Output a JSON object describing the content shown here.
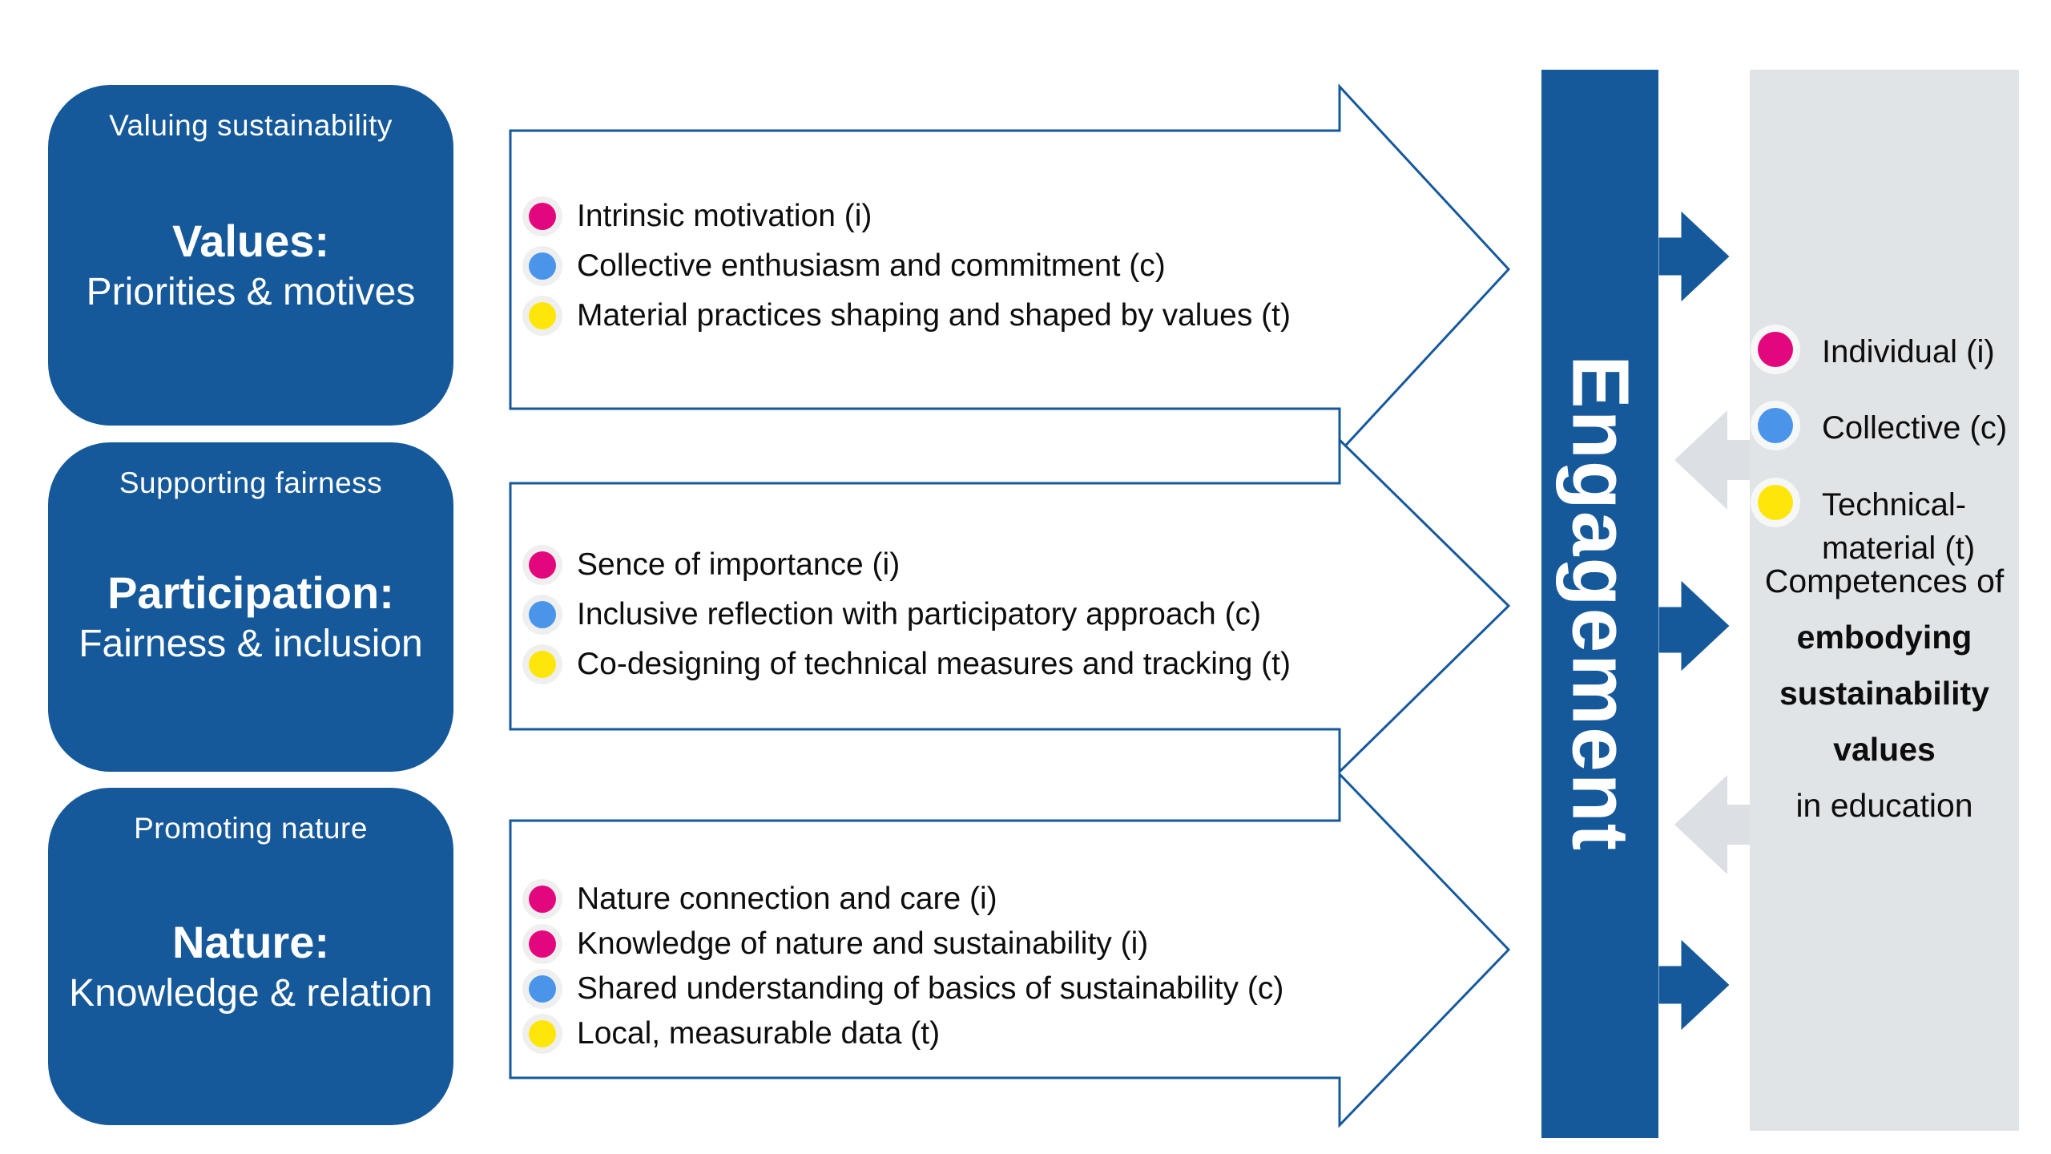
{
  "palette": {
    "primary_blue": "#15599B",
    "dot_pink": "#E3077E",
    "dot_blue": "#4A95EA",
    "dot_yellow": "#FFE60A",
    "panel_gray": "#E0E4E7",
    "arrow_gray": "#DCE0E4"
  },
  "rows": [
    {
      "tag": "Valuing sustainability",
      "heading": "Values:",
      "subheading": "Priorities & motives",
      "items": [
        {
          "kind": "individual",
          "text": "Intrinsic motivation (i)"
        },
        {
          "kind": "collective",
          "text": "Collective enthusiasm and commitment (c)"
        },
        {
          "kind": "technical",
          "text": "Material practices shaping and shaped by values (t)"
        }
      ]
    },
    {
      "tag": "Supporting fairness",
      "heading": "Participation:",
      "subheading": "Fairness & inclusion",
      "items": [
        {
          "kind": "individual",
          "text": "Sence of importance (i)"
        },
        {
          "kind": "collective",
          "text": "Inclusive reflection with participatory approach (c)"
        },
        {
          "kind": "technical",
          "text": "Co-designing of technical measures and tracking (t)"
        }
      ]
    },
    {
      "tag": "Promoting nature",
      "heading": "Nature:",
      "subheading": "Knowledge & relation",
      "items": [
        {
          "kind": "individual",
          "text": "Nature connection and care (i)"
        },
        {
          "kind": "individual",
          "text": "Knowledge of nature and sustainability (i)"
        },
        {
          "kind": "collective",
          "text": "Shared understanding of basics of sustainability (c)"
        },
        {
          "kind": "technical",
          "text": "Local, measurable data (t)"
        }
      ]
    }
  ],
  "engagement_label": "Engagement",
  "legend": {
    "individual": "Individual (i)",
    "collective": "Collective (c)",
    "technical_line1": "Technical-",
    "technical_line2": "material (t)"
  },
  "competences": {
    "l1": "Competences of",
    "l2": "embodying",
    "l3": "sustainability",
    "l4": "values",
    "l5": "in education"
  }
}
